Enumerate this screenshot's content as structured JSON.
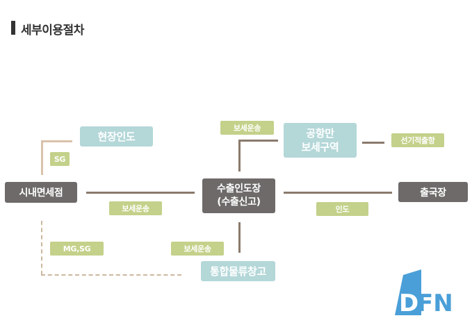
{
  "header": {
    "title": "세부이용절차"
  },
  "nodes": {
    "duty_free_shop": "시내면세점",
    "export_delivery": "수출인도장\n(수출신고)",
    "departure_hall": "출국장",
    "on_site_delivery": "현장인도",
    "airport_bonded_area": "공항만\n보세구역",
    "integrated_warehouse": "통합물류창고"
  },
  "tags": {
    "sg": "SG",
    "mg_sg": "MG,SG",
    "bonded_transport_main": "보세운송",
    "bonded_transport_top": "보세운송",
    "bonded_transport_bottom": "보세운송",
    "delivery": "인도",
    "shipping": "선기적출항"
  },
  "colors": {
    "dark_box": "#6d6a69",
    "teal_box": "#b4d7d8",
    "green_tag": "#c3d18a",
    "connector": "#8a7a6c",
    "light_connector": "#d9c2aa",
    "logo_blue": "#4a9fd8"
  },
  "logo": {
    "text": "DFN",
    "icon": "dfn-logo-icon"
  }
}
